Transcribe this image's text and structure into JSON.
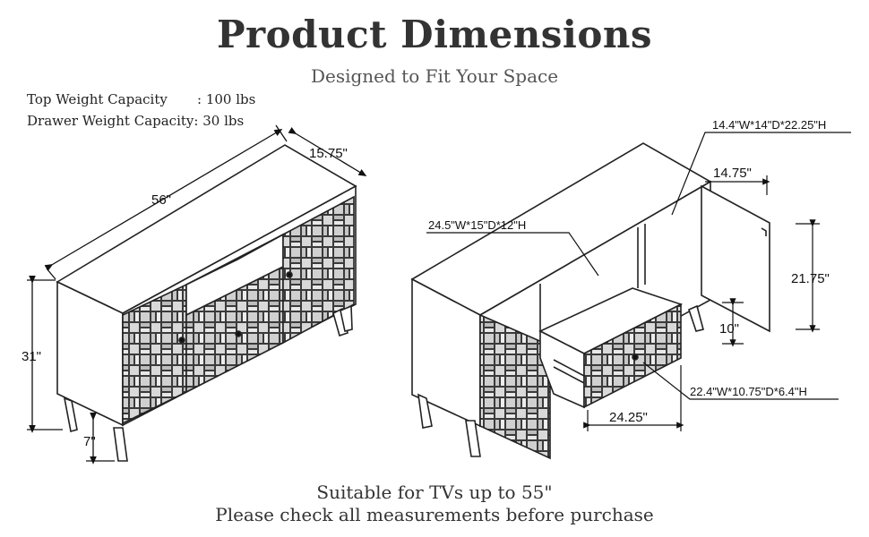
{
  "header": {
    "title": "Product Dimensions",
    "subtitle": "Designed to Fit Your Space"
  },
  "specs": [
    {
      "label": "Top Weight Capacity",
      "value": ": 100 lbs"
    },
    {
      "label": "Drawer Weight Capacity",
      "value": ": 30 lbs"
    }
  ],
  "left_view": {
    "width": "56\"",
    "depth": "15.75\"",
    "height": "31\"",
    "leg_height": "7\""
  },
  "right_view": {
    "door_compartment": "14.4\"W*14\"D*22.25\"H",
    "door_width": "14.75\"",
    "door_height": "21.75\"",
    "middle_compartment": "24.5\"W*15\"D*12\"H",
    "drawer_height": "10\"",
    "drawer_size": "22.4\"W*10.75\"D*6.4\"H",
    "drawer_width": "24.25\""
  },
  "footer": {
    "line1": "Suitable for TVs up to 55\"",
    "line2": "Please check all measurements before purchase"
  }
}
